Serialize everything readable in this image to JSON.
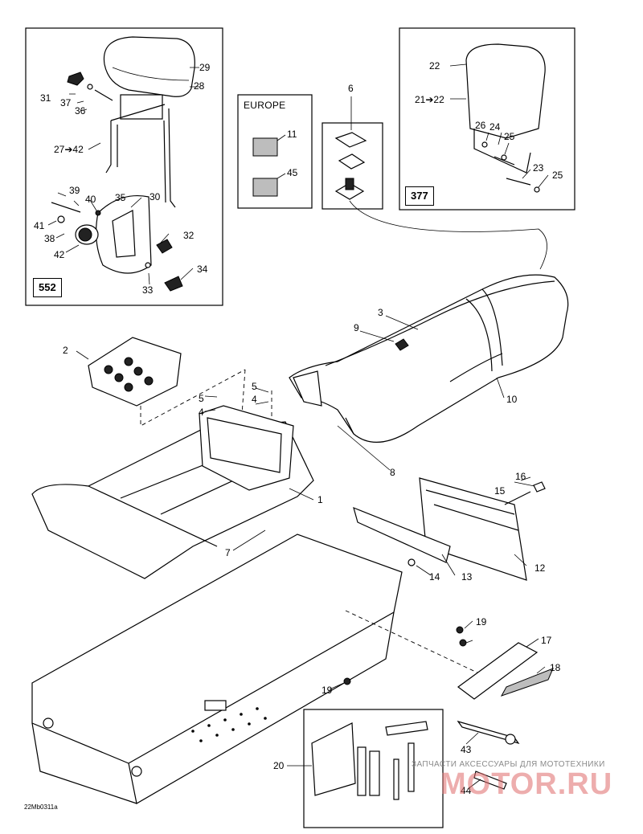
{
  "boxes": {
    "backrest_kit_label": "552",
    "passenger_backrest_label": "377",
    "europe_label": "EUROPE"
  },
  "callouts": {
    "c1": "1",
    "c2": "2",
    "c3": "3",
    "c4a": "4",
    "c4b": "4",
    "c5a": "5",
    "c5b": "5",
    "c6": "6",
    "c7": "7",
    "c8": "8",
    "c9": "9",
    "c10": "10",
    "c11": "11",
    "c12": "12",
    "c13": "13",
    "c14": "14",
    "c15": "15",
    "c16": "16",
    "c17": "17",
    "c18": "18",
    "c19a": "19",
    "c19b": "19",
    "c20": "20",
    "c21": "21➔22",
    "c22": "22",
    "c23": "23",
    "c24": "24",
    "c25a": "25",
    "c25b": "25",
    "c26": "26",
    "c27": "27➔42",
    "c28": "28",
    "c29": "29",
    "c30": "30",
    "c31": "31",
    "c32": "32",
    "c33": "33",
    "c34": "34",
    "c35": "35",
    "c36": "36",
    "c37": "37",
    "c38": "38",
    "c39": "39",
    "c40": "40",
    "c41": "41",
    "c42": "42",
    "c43": "43",
    "c44": "44",
    "c45": "45"
  },
  "diagram_code": "22Mb0311a",
  "watermark": {
    "text_line": "ЗАПЧАСТИ АКСЕССУАРЫ ДЛЯ МОТОТЕХНИКИ",
    "site": "MOTOR.RU"
  }
}
